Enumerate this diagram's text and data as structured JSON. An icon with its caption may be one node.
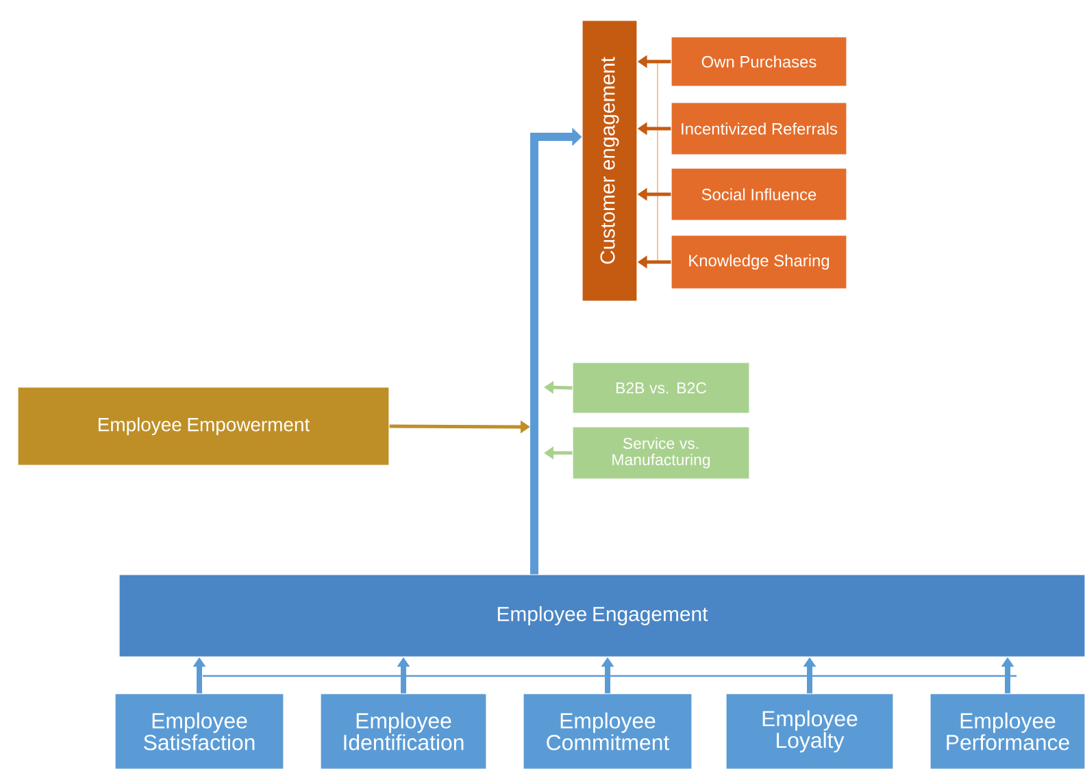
{
  "diagram": {
    "nodes": [
      {
        "text": [
          "Customer engagement"
        ]
      },
      {
        "text": [
          "Own Purchases"
        ]
      },
      {
        "text": [
          "Incentivized Referrals"
        ]
      },
      {
        "text": [
          "Social Influence"
        ]
      },
      {
        "text": [
          "Knowledge Sharing"
        ]
      },
      {
        "text": [
          "Employee Empowerment"
        ]
      },
      {
        "text": [
          "B2B vs. B2C"
        ]
      },
      {
        "text": [
          "Service vs. Manufacturing"
        ]
      },
      {
        "text": [
          "Employee Engagement"
        ]
      },
      {
        "text": [
          "Employee Satisfaction"
        ]
      },
      {
        "text": [
          "Employee Identification"
        ]
      },
      {
        "text": [
          "Employee Commitment"
        ]
      },
      {
        "text": [
          "Employee Loyalty"
        ]
      },
      {
        "text": [
          "Employee Performance"
        ]
      }
    ],
    "edges": [
      {
        "from": 1,
        "to": 0,
        "arrow": "to",
        "color": "#c55a11"
      },
      {
        "from": 2,
        "to": 0,
        "arrow": "to",
        "color": "#c55a11"
      },
      {
        "from": 3,
        "to": 0,
        "arrow": "to",
        "color": "#c55a11"
      },
      {
        "from": 4,
        "to": 0,
        "arrow": "to",
        "color": "#c55a11"
      },
      {
        "from": 8,
        "to": 0,
        "arrow": "to",
        "style": "thick"
      },
      {
        "from": 5,
        "to": null,
        "arrow": "to",
        "color": "#bf8f27"
      },
      {
        "from": 6,
        "to": null,
        "arrow": "to",
        "color": "#a9d18e"
      },
      {
        "from": 7,
        "to": null,
        "arrow": "to",
        "color": "#a9d18e"
      },
      {
        "from": 9,
        "to": 8,
        "arrow": "to"
      },
      {
        "from": 10,
        "to": 8,
        "arrow": "to"
      },
      {
        "from": 11,
        "to": 8,
        "arrow": "to"
      },
      {
        "from": 12,
        "to": 8,
        "arrow": "to"
      },
      {
        "from": 13,
        "to": 8,
        "arrow": "to"
      }
    ]
  }
}
